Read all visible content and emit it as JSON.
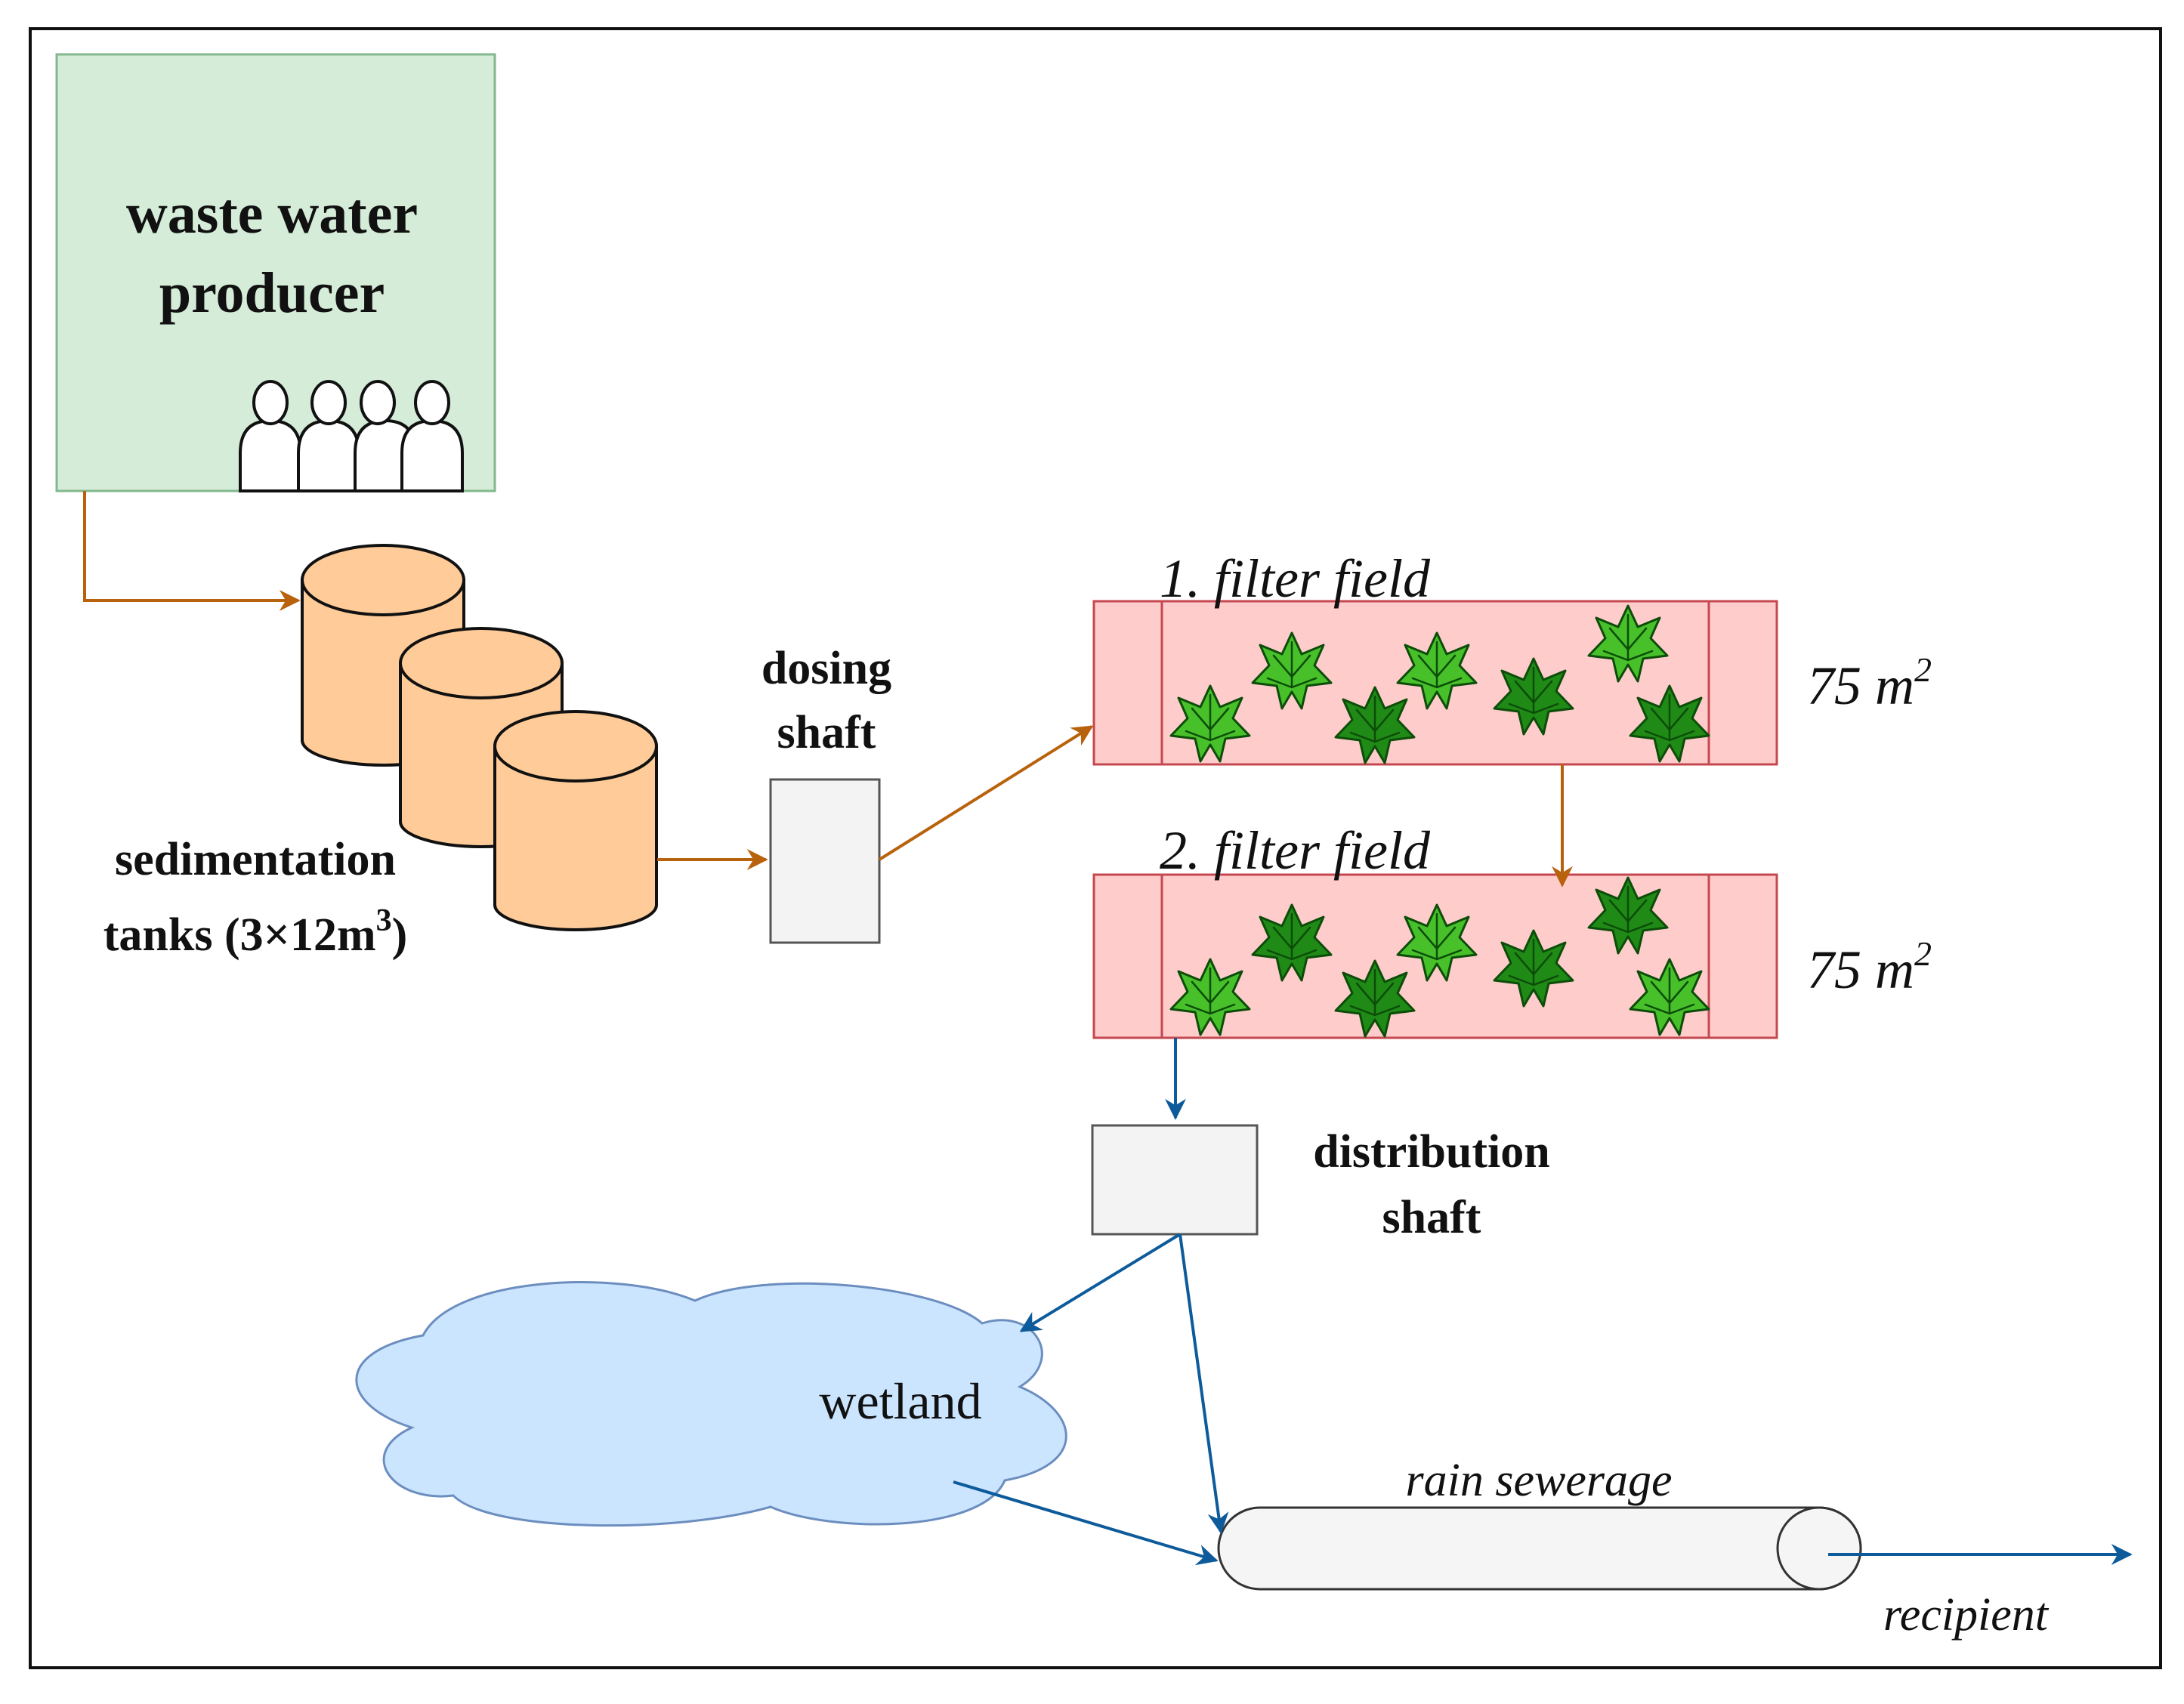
{
  "colors": {
    "producer_fill": "#d5ecd9",
    "producer_stroke": "#82b88e",
    "tank_fill": "#ffcc99",
    "shaft_fill": "#f3f3f3",
    "field_fill": "#ffcccc",
    "field_stroke": "#c4484f",
    "wetland_fill": "#cce5ff",
    "wetland_stroke": "#6c8ebf",
    "pipe_fill": "#f5f5f5",
    "flow_orange": "#b8620e",
    "flow_blue": "#0d5b9a",
    "plant_light": "#47c02a",
    "plant_dark": "#1f8a16"
  },
  "producer": {
    "line1": "waste water",
    "line2": "producer"
  },
  "sedimentation": {
    "line1": "sedimentation",
    "line2_prefix": "tanks (3×12m",
    "line2_sup": "3",
    "line2_suffix": ")"
  },
  "dosing_shaft": {
    "line1": "dosing",
    "line2": "shaft"
  },
  "filter_field_1": {
    "title": "1. filter field",
    "area": "75 m",
    "area_sup": "2"
  },
  "filter_field_2": {
    "title": "2. filter field",
    "area": "75 m",
    "area_sup": "2"
  },
  "distribution_shaft": {
    "line1": "distribution",
    "line2": "shaft"
  },
  "wetland": {
    "label": "wetland"
  },
  "rain_sewerage": {
    "label": "rain sewerage"
  },
  "recipient": {
    "label": "recipient"
  },
  "icons": {
    "people": "people-group-icon",
    "plant": "plant-icon"
  }
}
